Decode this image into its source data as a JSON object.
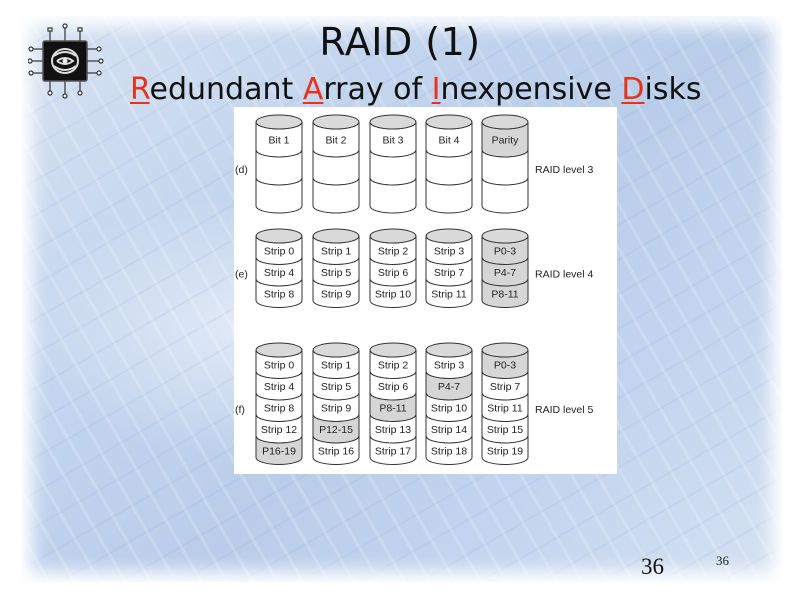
{
  "slide": {
    "title": "RAID (1)",
    "subtitle_parts": [
      {
        "text": "R",
        "highlight": true
      },
      {
        "text": "edundant ",
        "highlight": false
      },
      {
        "text": "A",
        "highlight": true
      },
      {
        "text": "rray of ",
        "highlight": false
      },
      {
        "text": "I",
        "highlight": true
      },
      {
        "text": "nexpensive ",
        "highlight": false
      },
      {
        "text": "D",
        "highlight": true
      },
      {
        "text": "isks",
        "highlight": false
      }
    ],
    "logo_icon": "chip-logo-icon",
    "page_number": "36",
    "footer_number": "36",
    "colors": {
      "highlight": "#e8331c",
      "parity_fill": "#d6d6d6",
      "cap_fill": "#d9d9d9"
    }
  },
  "diagram": {
    "rows": [
      {
        "tag": "(d)",
        "label": "RAID level 3",
        "disks": [
          {
            "segments": [
              {
                "text": "Bit 1",
                "parity": false
              },
              {
                "text": "",
                "parity": false
              },
              {
                "text": "",
                "parity": false
              }
            ]
          },
          {
            "segments": [
              {
                "text": "Bit 2",
                "parity": false
              },
              {
                "text": "",
                "parity": false
              },
              {
                "text": "",
                "parity": false
              }
            ]
          },
          {
            "segments": [
              {
                "text": "Bit 3",
                "parity": false
              },
              {
                "text": "",
                "parity": false
              },
              {
                "text": "",
                "parity": false
              }
            ]
          },
          {
            "segments": [
              {
                "text": "Bit 4",
                "parity": false
              },
              {
                "text": "",
                "parity": false
              },
              {
                "text": "",
                "parity": false
              }
            ]
          },
          {
            "segments": [
              {
                "text": "Parity",
                "parity": true
              },
              {
                "text": "",
                "parity": false
              },
              {
                "text": "",
                "parity": false
              }
            ]
          }
        ]
      },
      {
        "tag": "(e)",
        "label": "RAID level 4",
        "disks": [
          {
            "segments": [
              {
                "text": "Strip 0",
                "parity": false
              },
              {
                "text": "Strip 4",
                "parity": false
              },
              {
                "text": "Strip 8",
                "parity": false
              }
            ]
          },
          {
            "segments": [
              {
                "text": "Strip 1",
                "parity": false
              },
              {
                "text": "Strip 5",
                "parity": false
              },
              {
                "text": "Strip 9",
                "parity": false
              }
            ]
          },
          {
            "segments": [
              {
                "text": "Strip 2",
                "parity": false
              },
              {
                "text": "Strip 6",
                "parity": false
              },
              {
                "text": "Strip 10",
                "parity": false
              }
            ]
          },
          {
            "segments": [
              {
                "text": "Strip 3",
                "parity": false
              },
              {
                "text": "Strip 7",
                "parity": false
              },
              {
                "text": "Strip 11",
                "parity": false
              }
            ]
          },
          {
            "segments": [
              {
                "text": "P0-3",
                "parity": true
              },
              {
                "text": "P4-7",
                "parity": true
              },
              {
                "text": "P8-11",
                "parity": true
              }
            ]
          }
        ]
      },
      {
        "tag": "(f)",
        "label": "RAID level 5",
        "disks": [
          {
            "segments": [
              {
                "text": "Strip 0",
                "parity": false
              },
              {
                "text": "Strip 4",
                "parity": false
              },
              {
                "text": "Strip 8",
                "parity": false
              },
              {
                "text": "Strip 12",
                "parity": false
              },
              {
                "text": "P16-19",
                "parity": true
              }
            ]
          },
          {
            "segments": [
              {
                "text": "Strip 1",
                "parity": false
              },
              {
                "text": "Strip 5",
                "parity": false
              },
              {
                "text": "Strip 9",
                "parity": false
              },
              {
                "text": "P12-15",
                "parity": true
              },
              {
                "text": "Strip 16",
                "parity": false
              }
            ]
          },
          {
            "segments": [
              {
                "text": "Strip 2",
                "parity": false
              },
              {
                "text": "Strip 6",
                "parity": false
              },
              {
                "text": "P8-11",
                "parity": true
              },
              {
                "text": "Strip 13",
                "parity": false
              },
              {
                "text": "Strip 17",
                "parity": false
              }
            ]
          },
          {
            "segments": [
              {
                "text": "Strip 3",
                "parity": false
              },
              {
                "text": "P4-7",
                "parity": true
              },
              {
                "text": "Strip 10",
                "parity": false
              },
              {
                "text": "Strip 14",
                "parity": false
              },
              {
                "text": "Strip 18",
                "parity": false
              }
            ]
          },
          {
            "segments": [
              {
                "text": "P0-3",
                "parity": true
              },
              {
                "text": "Strip 7",
                "parity": false
              },
              {
                "text": "Strip 11",
                "parity": false
              },
              {
                "text": "Strip 15",
                "parity": false
              },
              {
                "text": "Strip 19",
                "parity": false
              }
            ]
          }
        ]
      }
    ]
  }
}
